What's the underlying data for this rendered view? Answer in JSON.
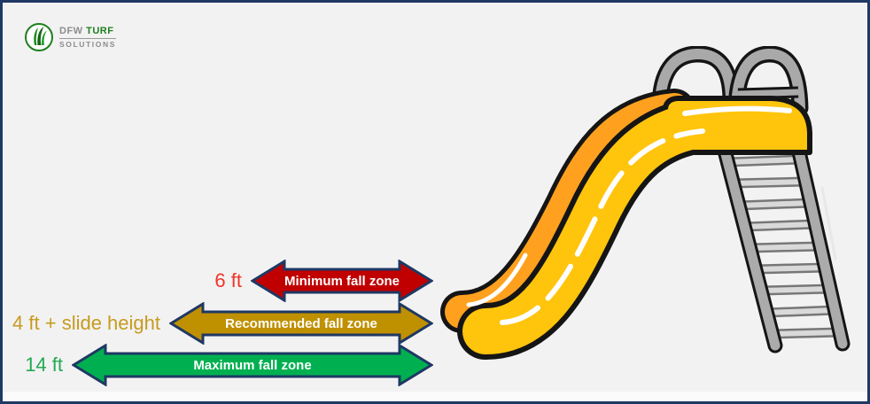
{
  "page": {
    "background": "#F2F2F2",
    "border_color": "#1F3864"
  },
  "logo": {
    "brand_prefix": "DFW",
    "brand_main": "TURF",
    "brand_sub": "SOLUTIONS",
    "icon": "grass-blades-in-circle",
    "green": "#1E7F1E",
    "gray": "#8C8C8C"
  },
  "fall_zones": [
    {
      "id": "minimum",
      "distance_label": "6 ft",
      "zone_label": "Minimum fall zone",
      "arrow_color": "#C00000",
      "label_color": "#F03428"
    },
    {
      "id": "recommended",
      "distance_label": "4 ft + slide height",
      "zone_label": "Recommended fall zone",
      "arrow_color": "#BF9000",
      "label_color": "#C79B1E"
    },
    {
      "id": "maximum",
      "distance_label": "14 ft",
      "zone_label": "Maximum fall zone",
      "arrow_color": "#00B050",
      "label_color": "#22A953"
    }
  ],
  "arrow_outline_color": "#1F3864",
  "illustration": {
    "name": "playground-slide-clipart",
    "slide_color": "#FFC40C",
    "rail_color": "#FFA11E",
    "ladder_color": "#ABABAB"
  }
}
